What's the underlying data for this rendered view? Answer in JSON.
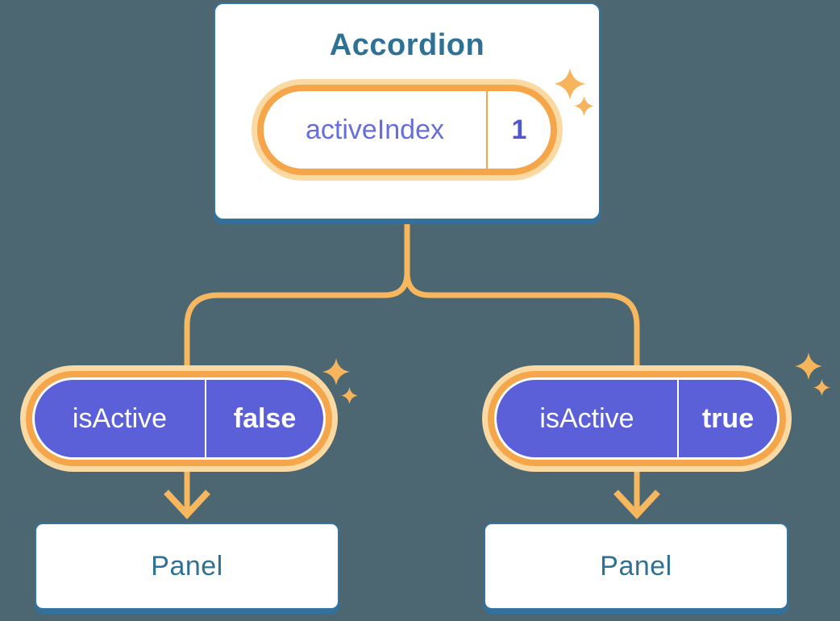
{
  "diagram": {
    "background_color": "#4C6772",
    "root": {
      "title": "Accordion",
      "state": {
        "name": "activeIndex",
        "value": "1"
      }
    },
    "children": [
      {
        "prop": {
          "name": "isActive",
          "value": "false"
        },
        "panel": {
          "label": "Panel"
        }
      },
      {
        "prop": {
          "name": "isActive",
          "value": "true"
        },
        "panel": {
          "label": "Panel"
        }
      }
    ],
    "colors": {
      "card_text": "#2F7095",
      "card_border": "#35749C",
      "pill_ring_orange": "#F6A64A",
      "pill_halo": "#FBD9A3",
      "connector_line": "#F7B75F",
      "sparkle": "#F6B55C",
      "prop_pill_fill": "#5B5FD8",
      "state_name_text": "#666EDB",
      "state_value_text": "#5157D0"
    },
    "icons": {
      "sparkle": "✦",
      "arrow_down": "↓"
    }
  }
}
